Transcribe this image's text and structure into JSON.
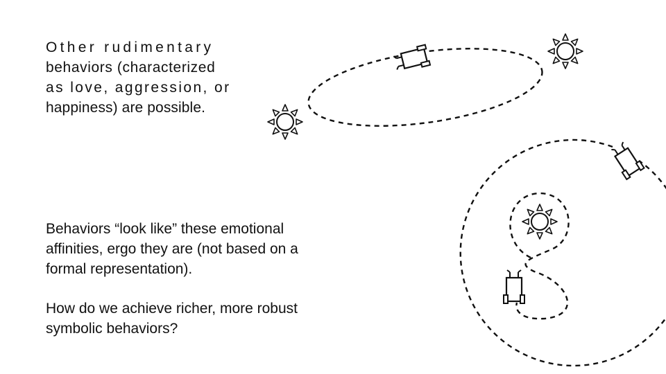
{
  "slide": {
    "intro_lines": [
      "Other rudimentary",
      "behaviors (characterized",
      "as love, aggression, or",
      "happiness) are possible."
    ],
    "look_like_lines": [
      "Behaviors “look like” these emotional",
      "affinities, ergo they are (not based on a",
      "formal representation)."
    ],
    "question_lines": [
      "How do we achieve richer, more robust",
      "symbolic behaviors?"
    ]
  },
  "diagram": {
    "stroke_color": "#111111",
    "icons": [
      "sun-icon",
      "robot-vehicle-icon"
    ]
  }
}
